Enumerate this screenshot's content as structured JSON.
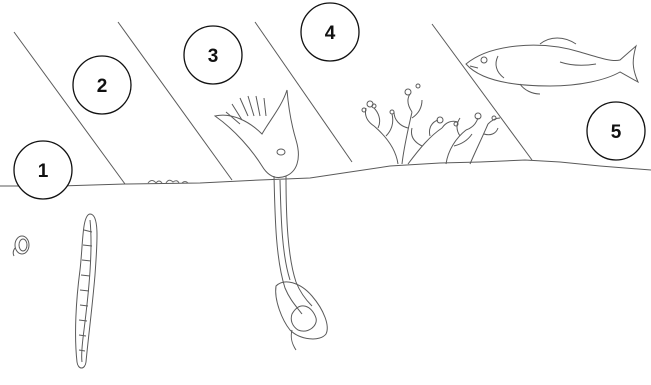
{
  "colors": {
    "line": "#5a5a5a",
    "circle_stroke": "#111111",
    "label_text": "#111111",
    "background": "#ffffff"
  },
  "markers": [
    {
      "label": "1"
    },
    {
      "label": "2"
    },
    {
      "label": "3"
    },
    {
      "label": "4"
    },
    {
      "label": "5"
    }
  ]
}
